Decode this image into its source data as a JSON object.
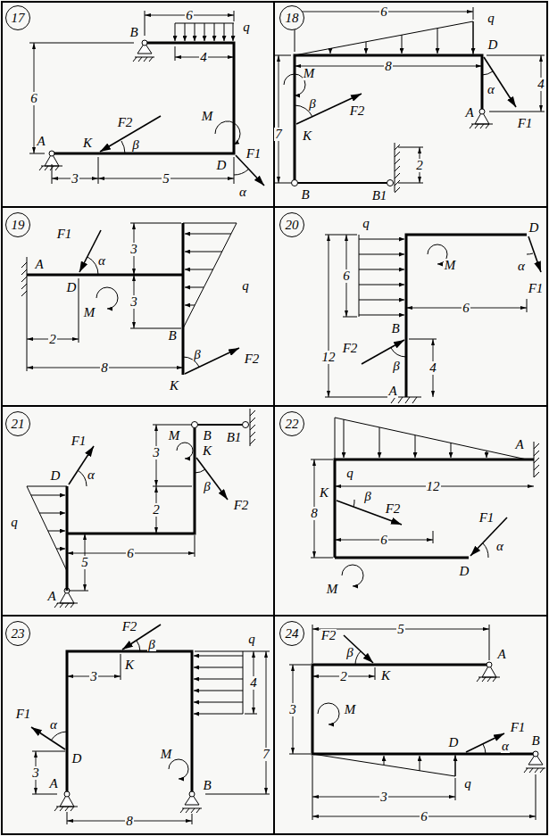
{
  "diagram": {
    "nodes": [
      {
        "text": [
          "17"
        ]
      },
      {
        "text": [
          "18"
        ]
      },
      {
        "text": [
          "19"
        ]
      },
      {
        "text": [
          "20"
        ]
      },
      {
        "text": [
          "21"
        ]
      },
      {
        "text": [
          "22"
        ]
      },
      {
        "text": [
          "23"
        ]
      },
      {
        "text": [
          "24"
        ]
      }
    ],
    "labels": [
      "6",
      "q",
      "4",
      "B",
      "6",
      "M",
      "A",
      "K",
      "F2",
      "β",
      "D",
      "F1",
      "α",
      "3",
      "5",
      "6",
      "q",
      "8",
      "D",
      "M",
      "α",
      "7",
      "K",
      "β",
      "F2",
      "A",
      "F1",
      "4",
      "2",
      "B",
      "B1",
      "F1",
      "α",
      "3",
      "A",
      "D",
      "M",
      "3",
      "2",
      "B",
      "q",
      "β",
      "F2",
      "K",
      "8",
      "q",
      "M",
      "6",
      "12",
      "D",
      "α",
      "F1",
      "6",
      "B",
      "F2",
      "β",
      "4",
      "A",
      "B",
      "B1",
      "F1",
      "3",
      "M",
      "K",
      "D",
      "α",
      "2",
      "β",
      "F2",
      "q",
      "6",
      "5",
      "A",
      "A",
      "q",
      "12",
      "8",
      "K",
      "β",
      "F2",
      "6",
      "F1",
      "α",
      "M",
      "D",
      "F2",
      "β",
      "q",
      "3",
      "K",
      "4",
      "7",
      "F1",
      "α",
      "D",
      "M",
      "3",
      "A",
      "B",
      "8",
      "5",
      "β",
      "F2",
      "A",
      "2",
      "K",
      "3",
      "M",
      "F1",
      "α",
      "D",
      "q",
      "3",
      "6",
      "B"
    ]
  }
}
